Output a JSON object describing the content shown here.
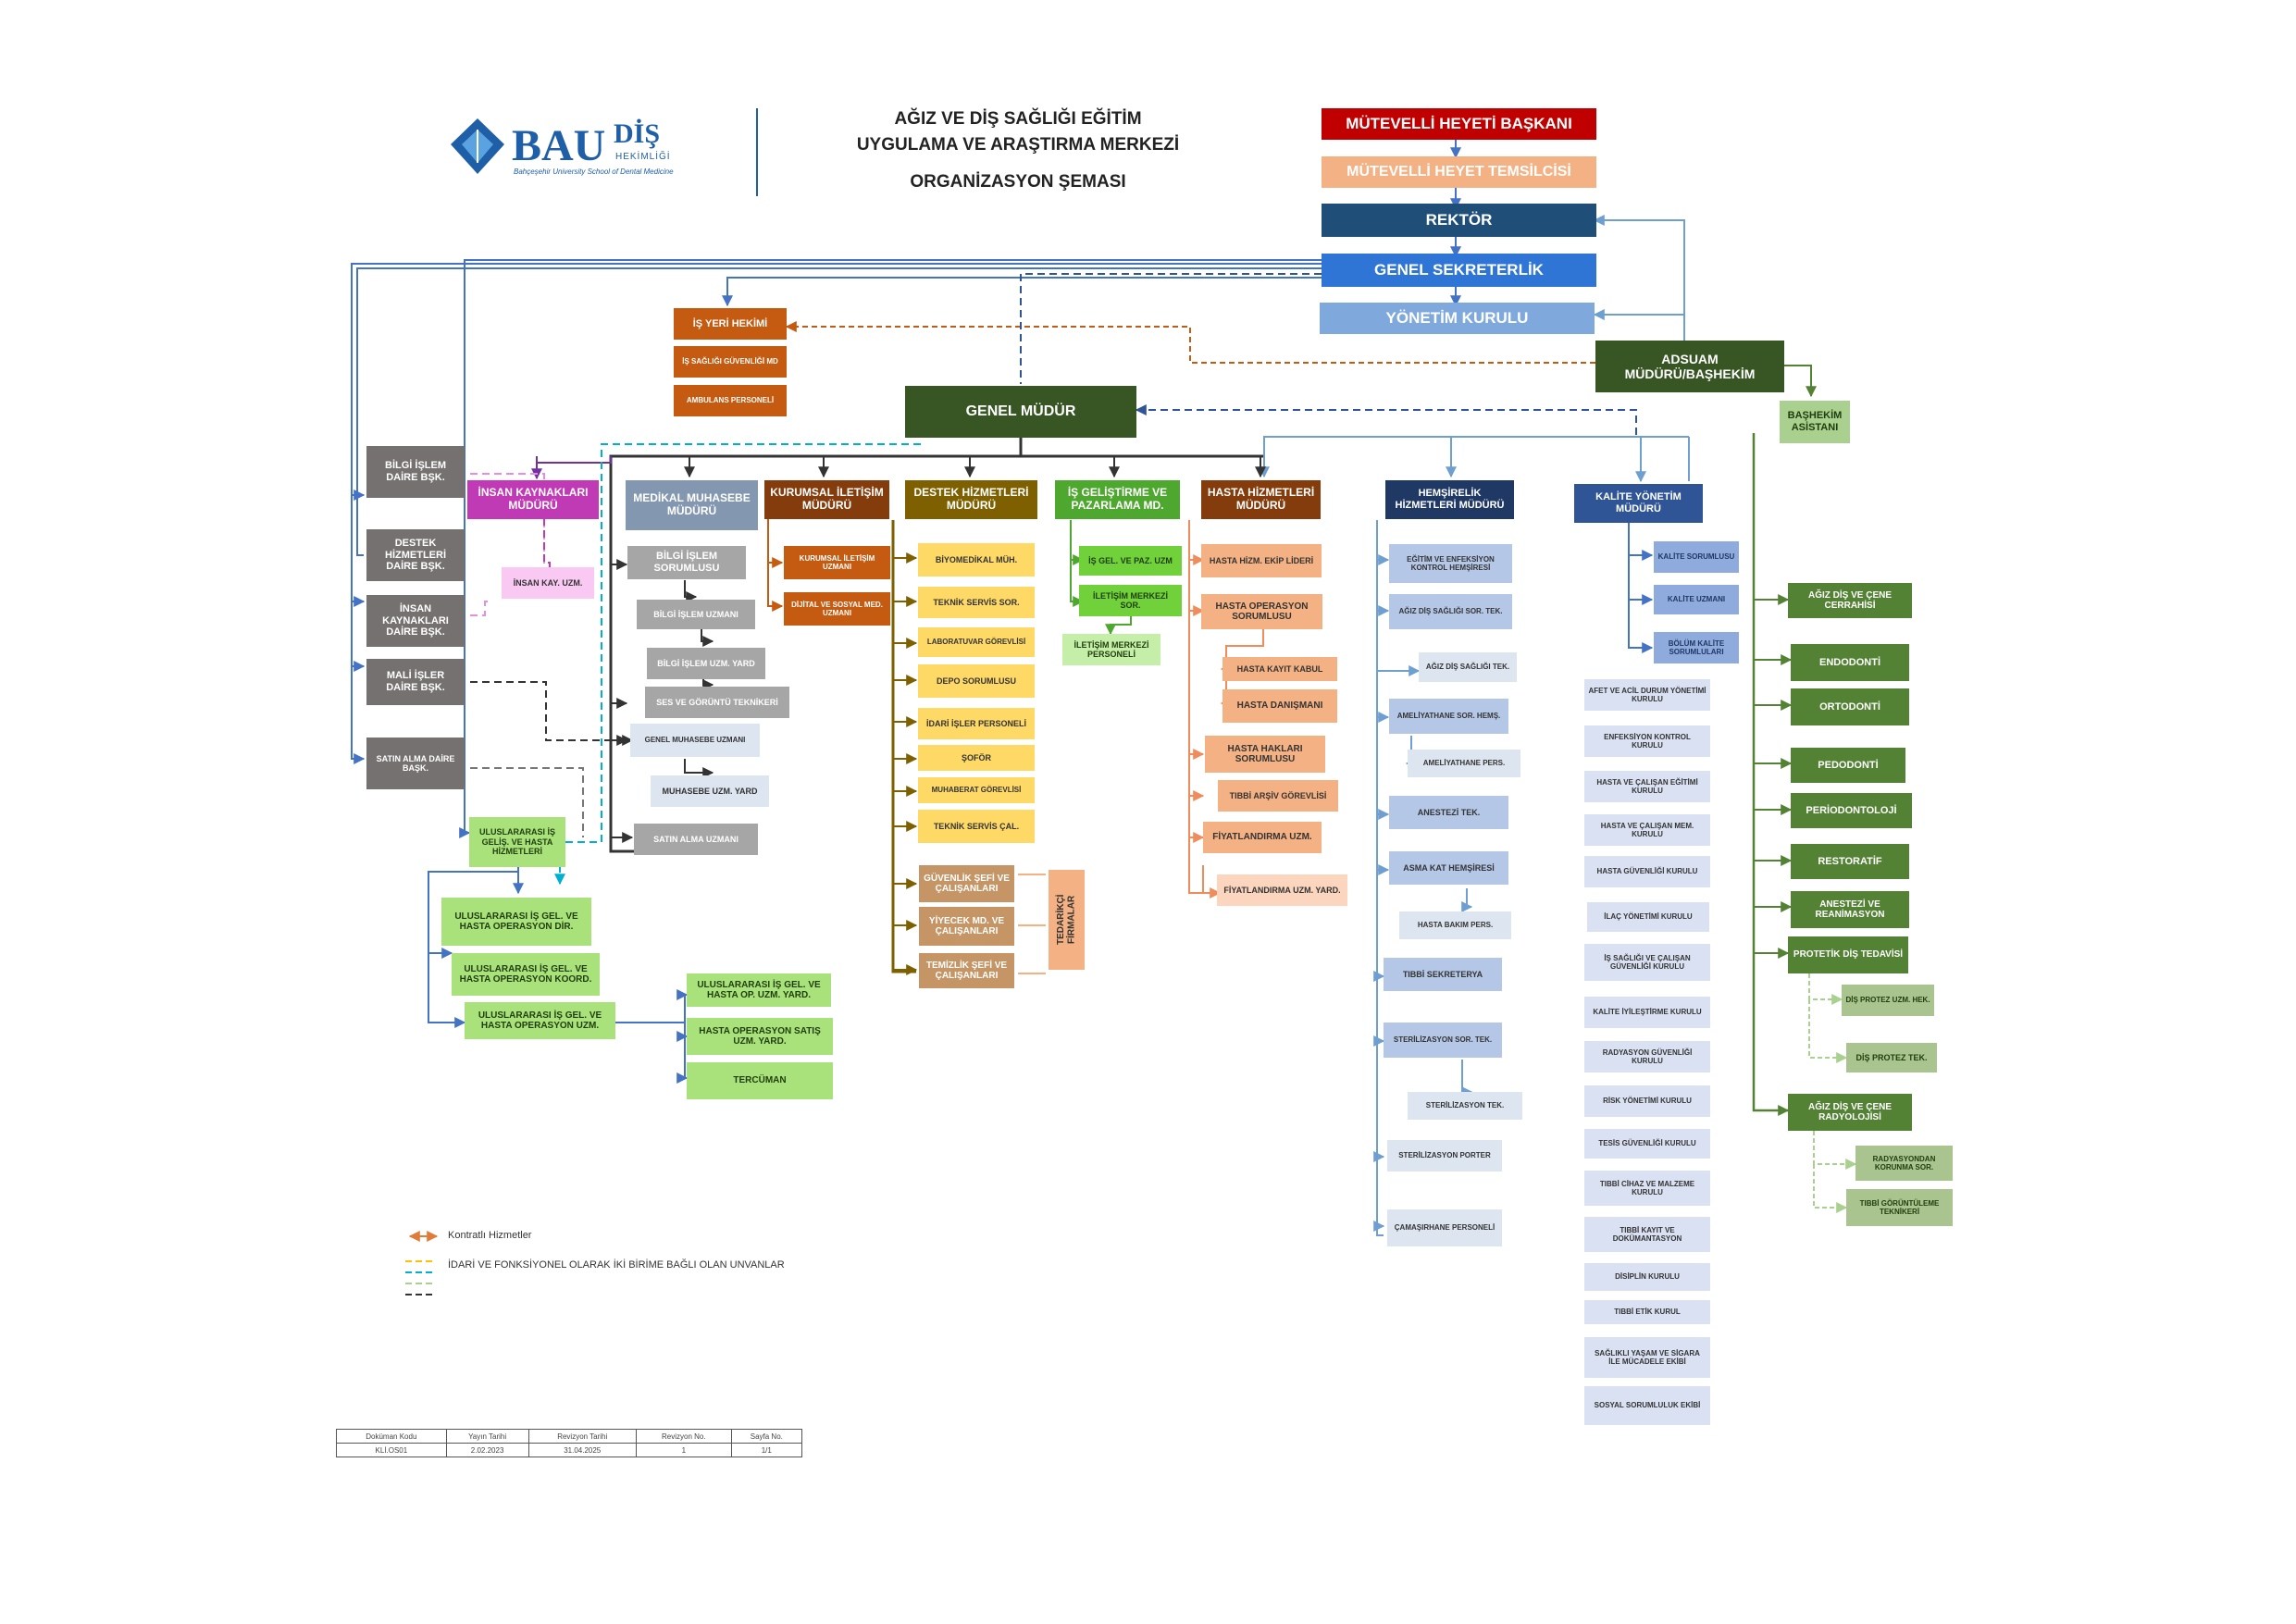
{
  "header": {
    "logo": {
      "brand": "BAU",
      "brand2": "DİŞ",
      "sub": "HEKİMLİĞİ",
      "tagline": "Bahçeşehir University School of Dental Medicine",
      "color": "#1f5fa8"
    },
    "title_line1": "AĞIZ VE DİŞ SAĞLIĞI EĞİTİM",
    "title_line2": "UYGULAMA VE ARAŞTIRMA MERKEZİ",
    "title_line3": "ORGANİZASYON ŞEMASI"
  },
  "boxes": [
    {
      "key": "mutevelli_baskan",
      "label": "MÜTEVELLİ HEYETİ BAŞKANI",
      "bg": "#c00000",
      "fg": "#ffffff"
    },
    {
      "key": "mutevelli_temsilci",
      "label": "MÜTEVELLİ HEYET TEMSİLCİSİ",
      "bg": "#f4b183",
      "fg": "#ffffff"
    },
    {
      "key": "rektor",
      "label": "REKTÖR",
      "bg": "#1f4e79",
      "fg": "#ffffff"
    },
    {
      "key": "genel_sekreterlik",
      "label": "GENEL SEKRETERLİK",
      "bg": "#2e75d6",
      "fg": "#ffffff"
    },
    {
      "key": "yonetim_kurulu",
      "label": "YÖNETİM KURULU",
      "bg": "#7fa9dc",
      "fg": "#ffffff"
    },
    {
      "key": "adsuam",
      "label": "ADSUAM MÜDÜRÜ/BAŞHEKİM",
      "bg": "#375623",
      "fg": "#ffffff"
    },
    {
      "key": "bashekim_asistani",
      "label": "BAŞHEKİM ASİSTANI",
      "bg": "#a9d08e",
      "fg": "#1f3d0c"
    },
    {
      "key": "genel_mudur",
      "label": "GENEL MÜDÜR",
      "bg": "#375623",
      "fg": "#ffffff"
    },
    {
      "key": "is_yeri_hekimi",
      "label": "İŞ YERİ HEKİMİ",
      "bg": "#c55a11",
      "fg": "#ffffff"
    },
    {
      "key": "isg_md",
      "label": "İŞ SAĞLIĞI GÜVENLİĞİ MD",
      "bg": "#c55a11",
      "fg": "#ffffff"
    },
    {
      "key": "ambulans",
      "label": "AMBULANS PERSONELİ",
      "bg": "#c55a11",
      "fg": "#ffffff"
    },
    {
      "key": "bilgi_islem_daire",
      "label": "BİLGİ İŞLEM DAİRE BŞK.",
      "bg": "#767171",
      "fg": "#ffffff"
    },
    {
      "key": "destek_hiz_daire",
      "label": "DESTEK HİZMETLERİ DAİRE BŞK.",
      "bg": "#767171",
      "fg": "#ffffff"
    },
    {
      "key": "insan_kaynaklari_daire",
      "label": "İNSAN KAYNAKLARI DAİRE BŞK.",
      "bg": "#767171",
      "fg": "#ffffff"
    },
    {
      "key": "mali_isler",
      "label": "MALİ İŞLER DAİRE BŞK.",
      "bg": "#767171",
      "fg": "#ffffff"
    },
    {
      "key": "satin_alma_daire",
      "label": "SATIN ALMA DAİRE BAŞK.",
      "bg": "#767171",
      "fg": "#ffffff"
    },
    {
      "key": "ik_mudur",
      "label": "İNSAN KAYNAKLARI MÜDÜRÜ",
      "bg": "#c039b5",
      "fg": "#ffffff"
    },
    {
      "key": "insan_kay_uzm",
      "label": "İNSAN KAY. UZM.",
      "bg": "#f9c9f3",
      "fg": "#333333"
    },
    {
      "key": "medikal_muhasebe",
      "label": "MEDİKAL MUHASEBE MÜDÜRÜ",
      "bg": "#8497b0",
      "fg": "#ffffff"
    },
    {
      "key": "bilgi_islem_sor",
      "label": "BİLGİ İŞLEM SORUMLUSU",
      "bg": "#a6a6a6",
      "fg": "#ffffff"
    },
    {
      "key": "bilgi_islem_uzm",
      "label": "BİLGİ İŞLEM UZMANI",
      "bg": "#a6a6a6",
      "fg": "#ffffff"
    },
    {
      "key": "bilgi_islem_uzm_yard",
      "label": "BİLGİ İŞLEM UZM. YARD",
      "bg": "#a6a6a6",
      "fg": "#ffffff"
    },
    {
      "key": "ses_goruntu",
      "label": "SES VE GÖRÜNTÜ TEKNİKERİ",
      "bg": "#a6a6a6",
      "fg": "#ffffff"
    },
    {
      "key": "genel_muhasebe_uzm",
      "label": "GENEL MUHASEBE UZMANI",
      "bg": "#dde5f1",
      "fg": "#333333"
    },
    {
      "key": "muhasebe_uzm_yard",
      "label": "MUHASEBE UZM. YARD",
      "bg": "#dde5f1",
      "fg": "#333333"
    },
    {
      "key": "satin_alma_uzm",
      "label": "SATIN ALMA UZMANI",
      "bg": "#a6a6a6",
      "fg": "#ffffff"
    },
    {
      "key": "kurumsal_iletisim",
      "label": "KURUMSAL İLETİŞİM MÜDÜRÜ",
      "bg": "#843c0c",
      "fg": "#ffffff"
    },
    {
      "key": "kurumsal_iletisim_uzm",
      "label": "KURUMSAL İLETİŞİM UZMANI",
      "bg": "#c55a11",
      "fg": "#ffffff"
    },
    {
      "key": "dijital_sosyal",
      "label": "DİJİTAL VE SOSYAL MED. UZMANI",
      "bg": "#c55a11",
      "fg": "#ffffff"
    },
    {
      "key": "destek_hiz_mudur",
      "label": "DESTEK HİZMETLERİ MÜDÜRÜ",
      "bg": "#7f6000",
      "fg": "#ffffff"
    },
    {
      "key": "biyomedikal",
      "label": "BİYOMEDİKAL MÜH.",
      "bg": "#ffd966",
      "fg": "#333333"
    },
    {
      "key": "teknik_servis_sor",
      "label": "TEKNİK SERVİS SOR.",
      "bg": "#ffd966",
      "fg": "#333333"
    },
    {
      "key": "laboratuvar",
      "label": "LABORATUVAR GÖREVLİSİ",
      "bg": "#ffd966",
      "fg": "#333333"
    },
    {
      "key": "depo",
      "label": "DEPO SORUMLUSU",
      "bg": "#ffd966",
      "fg": "#333333"
    },
    {
      "key": "idari_isler",
      "label": "İDARİ İŞLER PERSONELİ",
      "bg": "#ffd966",
      "fg": "#333333"
    },
    {
      "key": "sofor",
      "label": "ŞOFÖR",
      "bg": "#ffd966",
      "fg": "#333333"
    },
    {
      "key": "muhaberat",
      "label": "MUHABERAT GÖREVLİSİ",
      "bg": "#ffd966",
      "fg": "#333333"
    },
    {
      "key": "teknik_servis_cal",
      "label": "TEKNİK SERVİS ÇAL.",
      "bg": "#ffd966",
      "fg": "#333333"
    },
    {
      "key": "guvenlik",
      "label": "GÜVENLİK ŞEFİ VE ÇALIŞANLARI",
      "bg": "#c69566",
      "fg": "#ffffff"
    },
    {
      "key": "yiyecek",
      "label": "YİYECEK MD. VE ÇALIŞANLARI",
      "bg": "#c69566",
      "fg": "#ffffff"
    },
    {
      "key": "temizlik",
      "label": "TEMİZLİK ŞEFİ VE ÇALIŞANLARI",
      "bg": "#c69566",
      "fg": "#ffffff"
    },
    {
      "key": "tedarikci",
      "label": "TEDARİKÇİ FİRMALAR",
      "bg": "#f4b183",
      "fg": "#333333"
    },
    {
      "key": "is_gelistirme",
      "label": "İŞ GELİŞTİRME VE PAZARLAMA MD.",
      "bg": "#4ea72e",
      "fg": "#ffffff"
    },
    {
      "key": "is_gel_paz_uzm",
      "label": "İŞ GEL. VE PAZ. UZM",
      "bg": "#70d13a",
      "fg": "#1f3d0c"
    },
    {
      "key": "iletisim_merkezi_sor",
      "label": "İLETİŞİM MERKEZİ SOR.",
      "bg": "#70d13a",
      "fg": "#1f3d0c"
    },
    {
      "key": "iletisim_merkezi_per",
      "label": "İLETİŞİM MERKEZİ PERSONELİ",
      "bg": "#c5efa9",
      "fg": "#1f3d0c"
    },
    {
      "key": "hasta_hiz_mudur",
      "label": "HASTA HİZMETLERİ MÜDÜRÜ",
      "bg": "#843c0c",
      "fg": "#ffffff"
    },
    {
      "key": "hasta_hiz_ekip",
      "label": "HASTA HİZM. EKİP LİDERİ",
      "bg": "#f4b183",
      "fg": "#333333"
    },
    {
      "key": "hasta_operasyon_sor",
      "label": "HASTA OPERASYON SORUMLUSU",
      "bg": "#f4b183",
      "fg": "#333333"
    },
    {
      "key": "hasta_kayit",
      "label": "HASTA KAYIT KABUL",
      "bg": "#f4b183",
      "fg": "#333333"
    },
    {
      "key": "hasta_danisman",
      "label": "HASTA DANIŞMANI",
      "bg": "#f4b183",
      "fg": "#333333"
    },
    {
      "key": "hasta_haklari",
      "label": "HASTA HAKLARI SORUMLUSU",
      "bg": "#f4b183",
      "fg": "#333333"
    },
    {
      "key": "tibbi_arsiv",
      "label": "TIBBİ ARŞİV GÖREVLİSİ",
      "bg": "#f4b183",
      "fg": "#333333"
    },
    {
      "key": "fiyatlandirma_uzm",
      "label": "FİYATLANDIRMA UZM.",
      "bg": "#f4b183",
      "fg": "#333333"
    },
    {
      "key": "fiyatlandirma_yard",
      "label": "FİYATLANDIRMA UZM. YARD.",
      "bg": "#fbd5bd",
      "fg": "#333333"
    },
    {
      "key": "hemsirelik_mudur",
      "label": "HEMŞİRELİK HİZMETLERİ MÜDÜRÜ",
      "bg": "#203864",
      "fg": "#ffffff"
    },
    {
      "key": "egitim_enfeksiyon",
      "label": "EĞİTİM VE ENFEKSİYON KONTROL HEMŞİRESİ",
      "bg": "#b4c7e7",
      "fg": "#333333"
    },
    {
      "key": "ads_sor_tek",
      "label": "AĞIZ DİŞ SAĞLIĞI SOR. TEK.",
      "bg": "#b4c7e7",
      "fg": "#333333"
    },
    {
      "key": "ads_tek",
      "label": "AĞIZ DİŞ SAĞLIĞI TEK.",
      "bg": "#dde5f1",
      "fg": "#333333"
    },
    {
      "key": "ameliyathane_sor",
      "label": "AMELİYATHANE SOR. HEMŞ.",
      "bg": "#b4c7e7",
      "fg": "#333333"
    },
    {
      "key": "ameliyathane_pers",
      "label": "AMELİYATHANE PERS.",
      "bg": "#dde5f1",
      "fg": "#333333"
    },
    {
      "key": "anestezi_tek",
      "label": "ANESTEZİ TEK.",
      "bg": "#b4c7e7",
      "fg": "#333333"
    },
    {
      "key": "asma_kat",
      "label": "ASMA KAT HEMŞİRESİ",
      "bg": "#b4c7e7",
      "fg": "#333333"
    },
    {
      "key": "hasta_bakim",
      "label": "HASTA BAKIM PERS.",
      "bg": "#dde5f1",
      "fg": "#333333"
    },
    {
      "key": "tibbi_sekreterya",
      "label": "TIBBİ SEKRETERYA",
      "bg": "#b4c7e7",
      "fg": "#333333"
    },
    {
      "key": "sterilizasyon_sor",
      "label": "STERİLİZASYON SOR. TEK.",
      "bg": "#b4c7e7",
      "fg": "#333333"
    },
    {
      "key": "sterilizasyon_tek",
      "label": "STERİLİZASYON TEK.",
      "bg": "#dde5f1",
      "fg": "#333333"
    },
    {
      "key": "sterilizasyon_porter",
      "label": "STERİLİZASYON PORTER",
      "bg": "#dde5f1",
      "fg": "#333333"
    },
    {
      "key": "camasirhane",
      "label": "ÇAMAŞIRHANE PERSONELİ",
      "bg": "#dde5f1",
      "fg": "#333333"
    },
    {
      "key": "kalite_mudur",
      "label": "KALİTE YÖNETİM MÜDÜRÜ",
      "bg": "#2f5597",
      "fg": "#ffffff"
    },
    {
      "key": "kalite_sor",
      "label": "KALİTE SORUMLUSU",
      "bg": "#8faadc",
      "fg": "#1f3864"
    },
    {
      "key": "kalite_uzm",
      "label": "KALİTE UZMANI",
      "bg": "#8faadc",
      "fg": "#1f3864"
    },
    {
      "key": "bolum_kalite",
      "label": "BÖLÜM KALİTE SORUMLULARI",
      "bg": "#8faadc",
      "fg": "#1f3864"
    },
    {
      "key": "k1",
      "label": "AFET VE ACİL DURUM YÖNETİMİ KURULU",
      "bg": "#dae1f3",
      "fg": "#333333"
    },
    {
      "key": "k2",
      "label": "ENFEKSİYON KONTROL KURULU",
      "bg": "#dae1f3",
      "fg": "#333333"
    },
    {
      "key": "k3",
      "label": "HASTA VE ÇALIŞAN EĞİTİMİ KURULU",
      "bg": "#dae1f3",
      "fg": "#333333"
    },
    {
      "key": "k4",
      "label": "HASTA VE ÇALIŞAN MEM. KURULU",
      "bg": "#dae1f3",
      "fg": "#333333"
    },
    {
      "key": "k5",
      "label": "HASTA GÜVENLİĞİ KURULU",
      "bg": "#dae1f3",
      "fg": "#333333"
    },
    {
      "key": "k6",
      "label": "İLAÇ YÖNETİMİ KURULU",
      "bg": "#dae1f3",
      "fg": "#333333"
    },
    {
      "key": "k7",
      "label": "İŞ SAĞLIĞI VE ÇALIŞAN GÜVENLİĞİ KURULU",
      "bg": "#dae1f3",
      "fg": "#333333"
    },
    {
      "key": "k8",
      "label": "KALİTE İYİLEŞTİRME KURULU",
      "bg": "#dae1f3",
      "fg": "#333333"
    },
    {
      "key": "k9",
      "label": "RADYASYON GÜVENLİĞİ KURULU",
      "bg": "#dae1f3",
      "fg": "#333333"
    },
    {
      "key": "k10",
      "label": "RİSK YÖNETİMİ KURULU",
      "bg": "#dae1f3",
      "fg": "#333333"
    },
    {
      "key": "k11",
      "label": "TESİS GÜVENLİĞİ KURULU",
      "bg": "#dae1f3",
      "fg": "#333333"
    },
    {
      "key": "k12",
      "label": "TIBBİ CİHAZ VE MALZEME KURULU",
      "bg": "#dae1f3",
      "fg": "#333333"
    },
    {
      "key": "k13",
      "label": "TIBBİ KAYIT VE DOKÜMANTASYON",
      "bg": "#dae1f3",
      "fg": "#333333"
    },
    {
      "key": "k14",
      "label": "DİSİPLİN KURULU",
      "bg": "#dae1f3",
      "fg": "#333333"
    },
    {
      "key": "k15",
      "label": "TIBBİ ETİK KURUL",
      "bg": "#dae1f3",
      "fg": "#333333"
    },
    {
      "key": "k16",
      "label": "SAĞLIKLI YAŞAM VE SİGARA İLE MÜCADELE EKİBİ",
      "bg": "#dae1f3",
      "fg": "#333333"
    },
    {
      "key": "k17",
      "label": "SOSYAL SORUMLULUK EKİBİ",
      "bg": "#dae1f3",
      "fg": "#333333"
    },
    {
      "key": "d_cerrahi",
      "label": "AĞIZ DİŞ VE ÇENE CERRAHİSİ",
      "bg": "#548235",
      "fg": "#ffffff"
    },
    {
      "key": "d_endodonti",
      "label": "ENDODONTİ",
      "bg": "#548235",
      "fg": "#ffffff"
    },
    {
      "key": "d_ortodonti",
      "label": "ORTODONTİ",
      "bg": "#548235",
      "fg": "#ffffff"
    },
    {
      "key": "d_pedodonti",
      "label": "PEDODONTİ",
      "bg": "#548235",
      "fg": "#ffffff"
    },
    {
      "key": "d_periodontoloji",
      "label": "PERİODONTOLOJİ",
      "bg": "#548235",
      "fg": "#ffffff"
    },
    {
      "key": "d_restoratif",
      "label": "RESTORATİF",
      "bg": "#548235",
      "fg": "#ffffff"
    },
    {
      "key": "d_anestezi",
      "label": "ANESTEZİ VE REANİMASYON",
      "bg": "#548235",
      "fg": "#ffffff"
    },
    {
      "key": "d_protetik",
      "label": "PROTETİK DİŞ TEDAVİSİ",
      "bg": "#548235",
      "fg": "#ffffff"
    },
    {
      "key": "dis_protez_uzm",
      "label": "DİŞ PROTEZ UZM. HEK.",
      "bg": "#a9c48e",
      "fg": "#1f3d0c"
    },
    {
      "key": "dis_protez_tek",
      "label": "DİŞ PROTEZ TEK.",
      "bg": "#a9c48e",
      "fg": "#1f3d0c"
    },
    {
      "key": "d_radyoloji",
      "label": "AĞIZ DİŞ VE ÇENE RADYOLOJİSİ",
      "bg": "#548235",
      "fg": "#ffffff"
    },
    {
      "key": "radyasyon_koruma",
      "label": "RADYASYONDAN KORUNMA SOR.",
      "bg": "#a9c48e",
      "fg": "#1f3d0c"
    },
    {
      "key": "tibbi_goruntuleme",
      "label": "TIBBİ GÖRÜNTÜLEME TEKNİKERİ",
      "bg": "#a9c48e",
      "fg": "#1f3d0c"
    },
    {
      "key": "uluslararasi_gelis",
      "label": "ULUSLARARASI İŞ GELİŞ. VE HASTA HİZMETLERİ",
      "bg": "#a9e27a",
      "fg": "#1f3d0c"
    },
    {
      "key": "u_dir",
      "label": "ULUSLARARASI İŞ GEL. VE HASTA OPERASYON DİR.",
      "bg": "#a9e27a",
      "fg": "#1f3d0c"
    },
    {
      "key": "u_koord",
      "label": "ULUSLARARASI İŞ GEL. VE HASTA OPERASYON KOORD.",
      "bg": "#a9e27a",
      "fg": "#1f3d0c"
    },
    {
      "key": "u_uzm",
      "label": "ULUSLARARASI İŞ GEL. VE HASTA OPERASYON UZM.",
      "bg": "#a9e27a",
      "fg": "#1f3d0c"
    },
    {
      "key": "u_uzm_yard",
      "label": "ULUSLARARASI İŞ GEL. VE HASTA OP. UZM. YARD.",
      "bg": "#a9e27a",
      "fg": "#1f3d0c"
    },
    {
      "key": "u_satis",
      "label": "HASTA OPERASYON SATIŞ UZM. YARD.",
      "bg": "#a9e27a",
      "fg": "#1f3d0c"
    },
    {
      "key": "tercuman",
      "label": "TERCÜMAN",
      "bg": "#a9e27a",
      "fg": "#1f3d0c"
    }
  ],
  "legend": {
    "contracted": "Kontratlı Hizmetler",
    "dual": "İDARİ VE FONKSİYONEL OLARAK İKİ BİRİME BAĞLI OLAN UNVANLAR"
  },
  "doc_table": {
    "headers": [
      "Doküman Kodu",
      "Yayın Tarihi",
      "Revizyon Tarihi",
      "Revizyon No.",
      "Sayfa No."
    ],
    "values": [
      "KLİ.OS01",
      "2.02.2023",
      "31.04.2025",
      "1",
      "1/1"
    ]
  }
}
